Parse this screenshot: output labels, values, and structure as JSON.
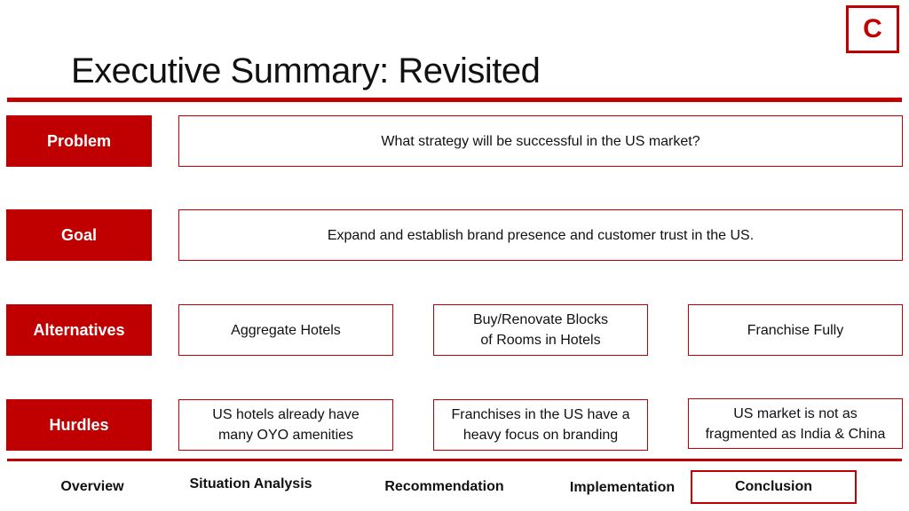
{
  "logo": {
    "letter": "C"
  },
  "header": {
    "title": "Executive Summary: Revisited"
  },
  "rows": {
    "problem": {
      "label": "Problem",
      "text": "What strategy will be successful in the US market?"
    },
    "goal": {
      "label": "Goal",
      "text": "Expand and establish brand presence and customer trust in the US."
    },
    "alternatives": {
      "label": "Alternatives",
      "items": [
        {
          "lines": [
            "Aggregate Hotels"
          ]
        },
        {
          "lines": [
            "Buy/Renovate Blocks",
            "of Rooms in Hotels"
          ]
        },
        {
          "lines": [
            "Franchise Fully"
          ]
        }
      ]
    },
    "hurdles": {
      "label": "Hurdles",
      "items": [
        {
          "lines": [
            "US hotels already have",
            "many OYO amenities"
          ]
        },
        {
          "lines": [
            "Franchises in the US have a",
            "heavy focus on branding"
          ]
        },
        {
          "lines": [
            "US market is not as",
            "fragmented as India & China"
          ]
        }
      ]
    }
  },
  "nav": {
    "items": [
      {
        "label": "Overview"
      },
      {
        "label": "Situation Analysis"
      },
      {
        "label": "Recommendation"
      },
      {
        "label": "Implementation"
      },
      {
        "label": "Conclusion"
      }
    ],
    "active": "Conclusion"
  },
  "colors": {
    "accent": "#c00000",
    "text": "#111111",
    "background": "#ffffff"
  }
}
